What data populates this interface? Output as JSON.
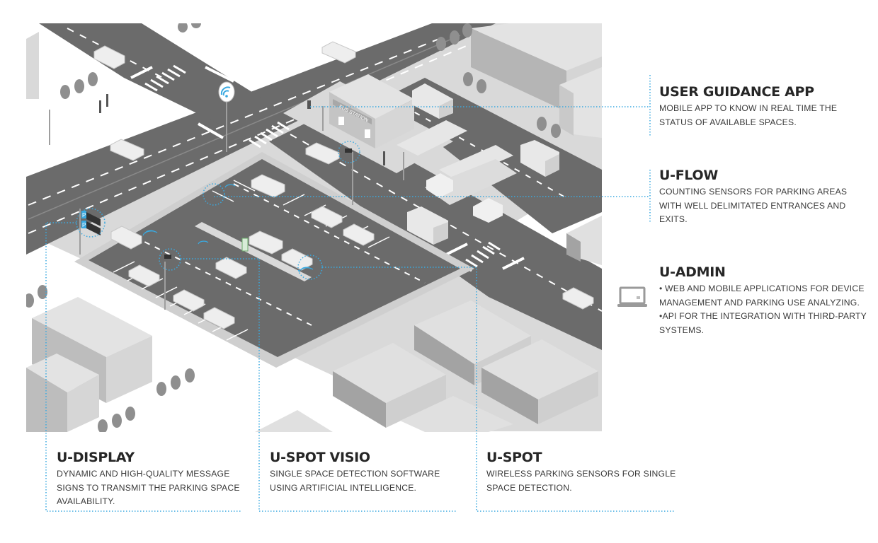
{
  "colors": {
    "road": "#6b6b6b",
    "sidewalk": "#d6d6d6",
    "building_light": "#e0e0e0",
    "building_mid": "#cfcfcf",
    "building_dark": "#9e9e9e",
    "tree": "#8f8f8f",
    "leader_line": "#3aa9e0",
    "heading": "#262626",
    "body_text": "#3a3a3a"
  },
  "illustration": {
    "description": "Isometric smart parking city scene",
    "bus_station_sign": "BUS STATION",
    "parking_sign_letter": "P",
    "icons": [
      "wifi-signal-icon",
      "parking-sign-icon",
      "camera-icon",
      "sensor-signal-icon",
      "ev-charger-icon",
      "traffic-light-icon"
    ]
  },
  "callouts": {
    "user_guidance": {
      "title": "USER GUIDANCE APP",
      "lines": [
        "MOBILE APP TO KNOW IN REAL TIME THE",
        "STATUS OF AVAILABLE SPACES."
      ]
    },
    "u_flow": {
      "title": "U-FLOW",
      "lines": [
        "COUNTING SENSORS FOR PARKING AREAS",
        "WITH WELL DELIMITATED ENTRANCES AND",
        "EXITS."
      ]
    },
    "u_admin": {
      "title": "U-ADMIN",
      "icon": "laptop-icon",
      "lines": [
        "• WEB AND MOBILE APPLICATIONS FOR DEVICE",
        "MANAGEMENT AND PARKING USE ANALYZING.",
        "•API FOR THE INTEGRATION WITH THIRD-PARTY",
        "SYSTEMS."
      ]
    },
    "u_display": {
      "title": "U-DISPLAY",
      "lines": [
        "DYNAMIC AND HIGH-QUALITY MESSAGE",
        "SIGNS TO TRANSMIT THE PARKING SPACE",
        "AVAILABILITY."
      ]
    },
    "u_spot_visio": {
      "title": "U-SPOT VISIO",
      "lines": [
        "SINGLE SPACE DETECTION SOFTWARE",
        "USING ARTIFICIAL INTELLIGENCE."
      ]
    },
    "u_spot": {
      "title": "U-SPOT",
      "lines": [
        "WIRELESS PARKING SENSORS FOR SINGLE",
        "SPACE DETECTION."
      ]
    }
  }
}
